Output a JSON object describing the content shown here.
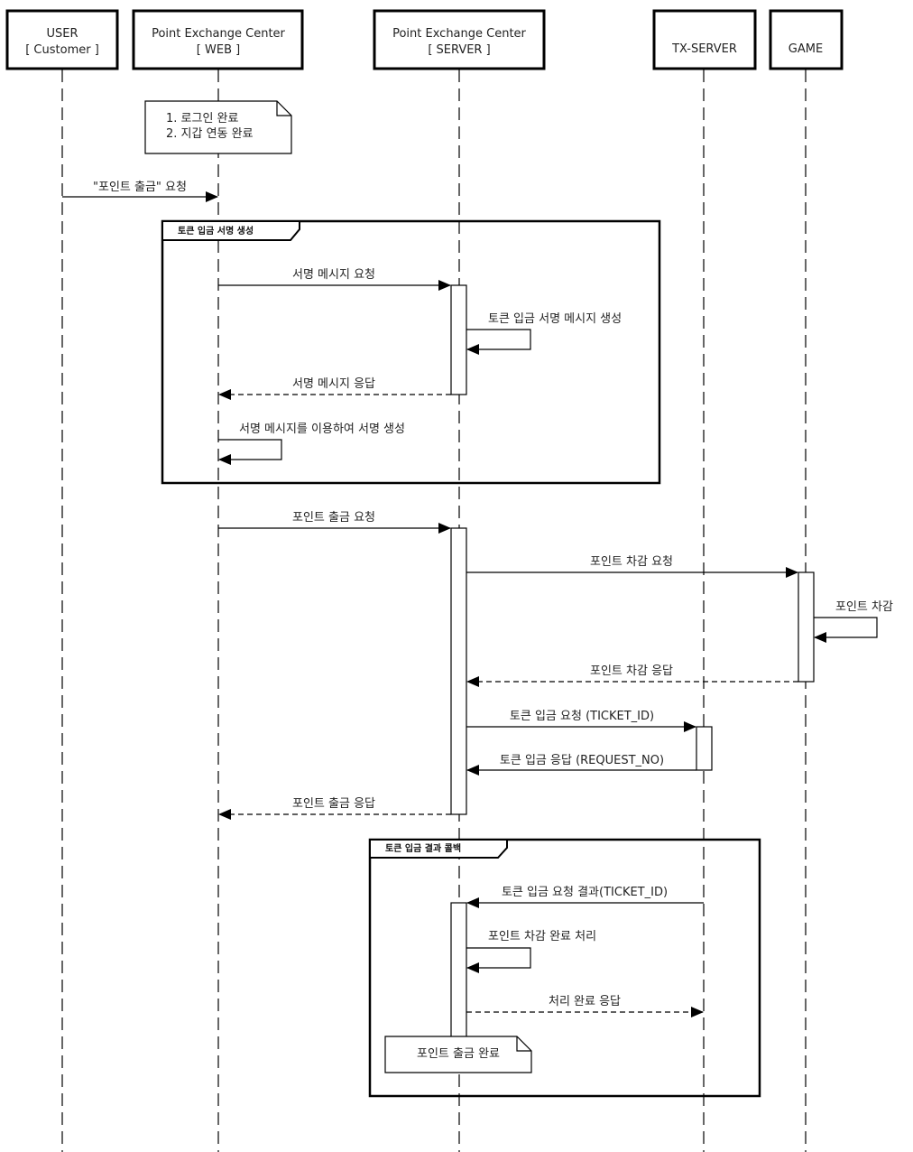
{
  "diagram": {
    "type": "sequence",
    "participants": [
      {
        "id": "user",
        "line1": "USER",
        "line2": "[ Customer ]"
      },
      {
        "id": "web",
        "line1": "Point Exchange Center",
        "line2": "[ WEB ]"
      },
      {
        "id": "server",
        "line1": "Point Exchange Center",
        "line2": "[ SERVER ]"
      },
      {
        "id": "tx",
        "line1": "TX-SERVER",
        "line2": ""
      },
      {
        "id": "game",
        "line1": "GAME",
        "line2": ""
      }
    ],
    "notes": {
      "precondition": {
        "line1": "1. 로그인 완료",
        "line2": "2. 지갑 연동 완료"
      },
      "final": {
        "text": "포인트 출금 완료"
      }
    },
    "frames": {
      "signature": {
        "title": "토큰 입금 서명 생성"
      },
      "callback": {
        "title": "토큰 입금 결과 콜백"
      }
    },
    "messages": {
      "m1": "\"포인트 출금\" 요청",
      "m2": "서명 메시지 요청",
      "m3": "토큰 입금 서명 메시지 생성",
      "m4": "서명 메시지 응답",
      "m5": "서명 메시지를 이용하여 서명 생성",
      "m6": "포인트 출금 요청",
      "m7": "포인트 차감 요청",
      "m8": "포인트 차감",
      "m9": "포인트 차감 응답",
      "m10": "토큰 입금 요청 (TICKET_ID)",
      "m11": "토큰 입금 응답 (REQUEST_NO)",
      "m12": "포인트 출금 응답",
      "m13": "토큰 입금 요청 결과(TICKET_ID)",
      "m14": "포인트 차감 완료 처리",
      "m15": "처리 완료 응답"
    }
  }
}
